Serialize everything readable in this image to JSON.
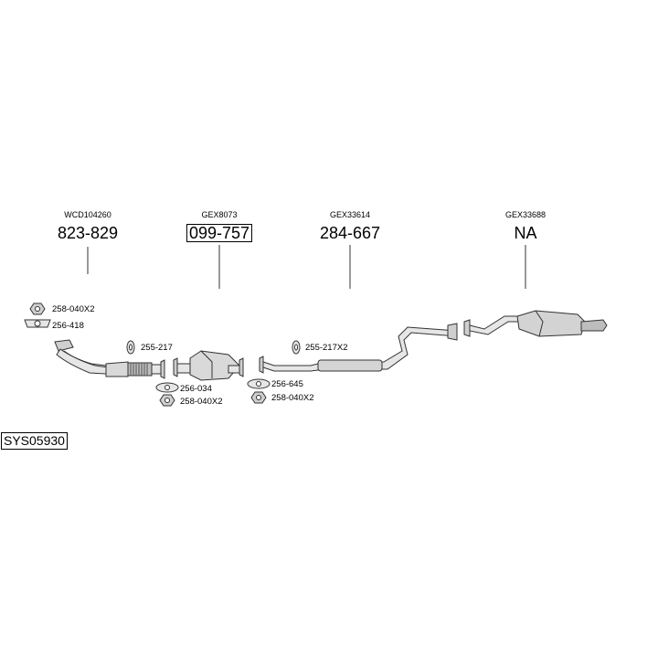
{
  "system_code": "SYS05930",
  "sections": [
    {
      "ref": "WCD104260",
      "part": "823-829",
      "boxed": false
    },
    {
      "ref": "GEX8073",
      "part": "099-757",
      "boxed": true
    },
    {
      "ref": "GEX33614",
      "part": "284-667",
      "boxed": false
    },
    {
      "ref": "GEX33688",
      "part": "NA",
      "boxed": false
    }
  ],
  "fittings": [
    {
      "label": "258-040X2",
      "icon": "nut-icon"
    },
    {
      "label": "256-418",
      "icon": "gasket-icon"
    },
    {
      "label": "255-217",
      "icon": "rubber-hanger-icon"
    },
    {
      "label": "256-034",
      "icon": "gasket-icon"
    },
    {
      "label": "258-040X2",
      "icon": "nut-icon"
    },
    {
      "label": "255-217X2",
      "icon": "rubber-hanger-icon"
    },
    {
      "label": "256-645",
      "icon": "gasket-icon"
    },
    {
      "label": "258-040X2",
      "icon": "nut-icon"
    }
  ]
}
